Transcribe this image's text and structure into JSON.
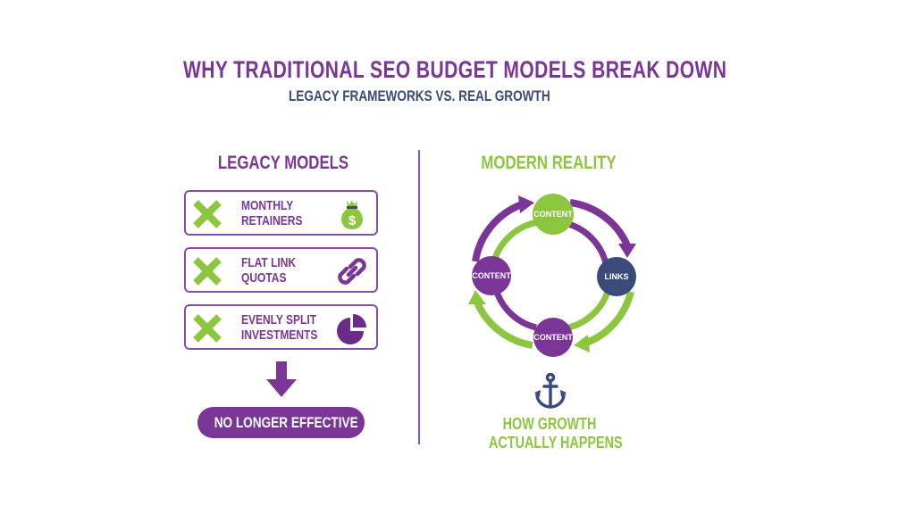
{
  "header": {
    "title": "WHY TRADITIONAL SEO BUDGET MODELS BREAK DOWN",
    "subtitle": "LEGACY FRAMEWORKS VS. REAL GROWTH"
  },
  "colors": {
    "purple": "#7a3596",
    "green": "#8cc63f",
    "navy": "#3a4a7a"
  },
  "legacy": {
    "heading": "LEGACY MODELS",
    "items": [
      {
        "line1": "MONTHLY",
        "line2": "RETAINERS",
        "status_icon": "x-icon",
        "icon": "money-bag-icon"
      },
      {
        "line1": "FLAT LINK",
        "line2": "QUOTAS",
        "status_icon": "x-icon",
        "icon": "chain-link-icon"
      },
      {
        "line1": "EVENLY SPLIT",
        "line2": "INVESTMENTS",
        "status_icon": "x-icon",
        "icon": "pie-chart-icon"
      }
    ],
    "arrow_icon": "arrow-down-icon",
    "conclusion": "NO LONGER EFFECTIVE"
  },
  "modern": {
    "heading": "MODERN REALITY",
    "cycle_nodes": [
      {
        "position": "top",
        "label": "CONTENT",
        "color": "#8cc63f"
      },
      {
        "position": "right",
        "label": "LINKS",
        "color": "#3a4a7a"
      },
      {
        "position": "bottom",
        "label": "CONTENT",
        "color": "#7a3596"
      },
      {
        "position": "left",
        "label": "CONTENT",
        "color": "#7a3596"
      }
    ],
    "anchor_icon": "anchor-icon",
    "caption_line1": "HOW GROWTH",
    "caption_line2": "ACTUALLY HAPPENS"
  }
}
